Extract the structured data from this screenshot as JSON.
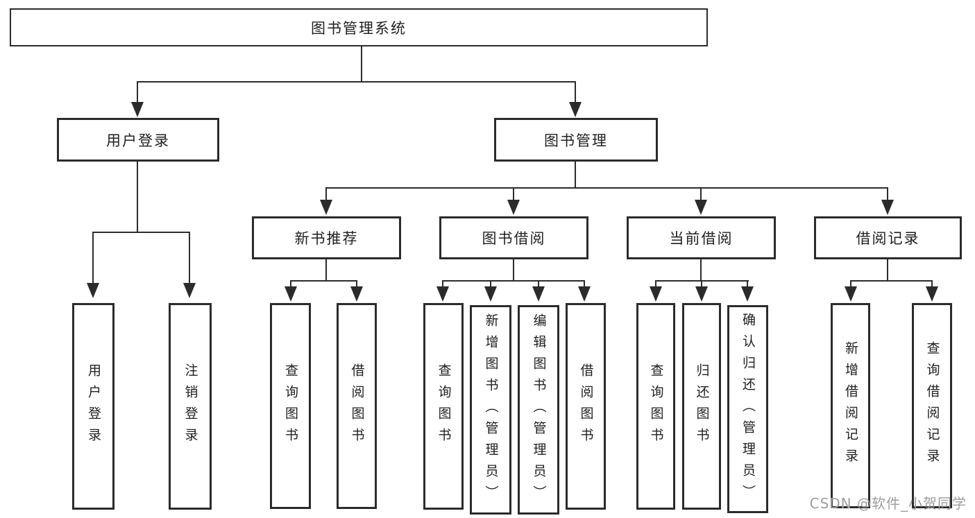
{
  "diagram": {
    "root": "图书管理系统",
    "level2": {
      "user_login": "用户登录",
      "book_mgmt": "图书管理"
    },
    "level3": {
      "new_books": "新书推荐",
      "book_borrow": "图书借阅",
      "current_borrow": "当前借阅",
      "borrow_records": "借阅记录"
    },
    "leaves": {
      "user_login": "用户登录",
      "logout": "注销登录",
      "nb_query": "查询图书",
      "nb_borrow": "借阅图书",
      "bb_query": "查询图书",
      "bb_add": "新增图书（管理员）",
      "bb_edit": "编辑图书（管理员）",
      "bb_borrow": "借阅图书",
      "cb_query": "查询图书",
      "cb_return": "归还图书",
      "cb_confirm": "确认归还（管理员）",
      "br_add": "新增借阅记录",
      "br_query": "查询借阅记录"
    }
  },
  "watermark": "CSDN @软件_小贺同学",
  "colors": {
    "line": "#2b2b2b",
    "text": "#1f1f1f",
    "watermark": "#9e9e9e",
    "background": "#ffffff"
  }
}
